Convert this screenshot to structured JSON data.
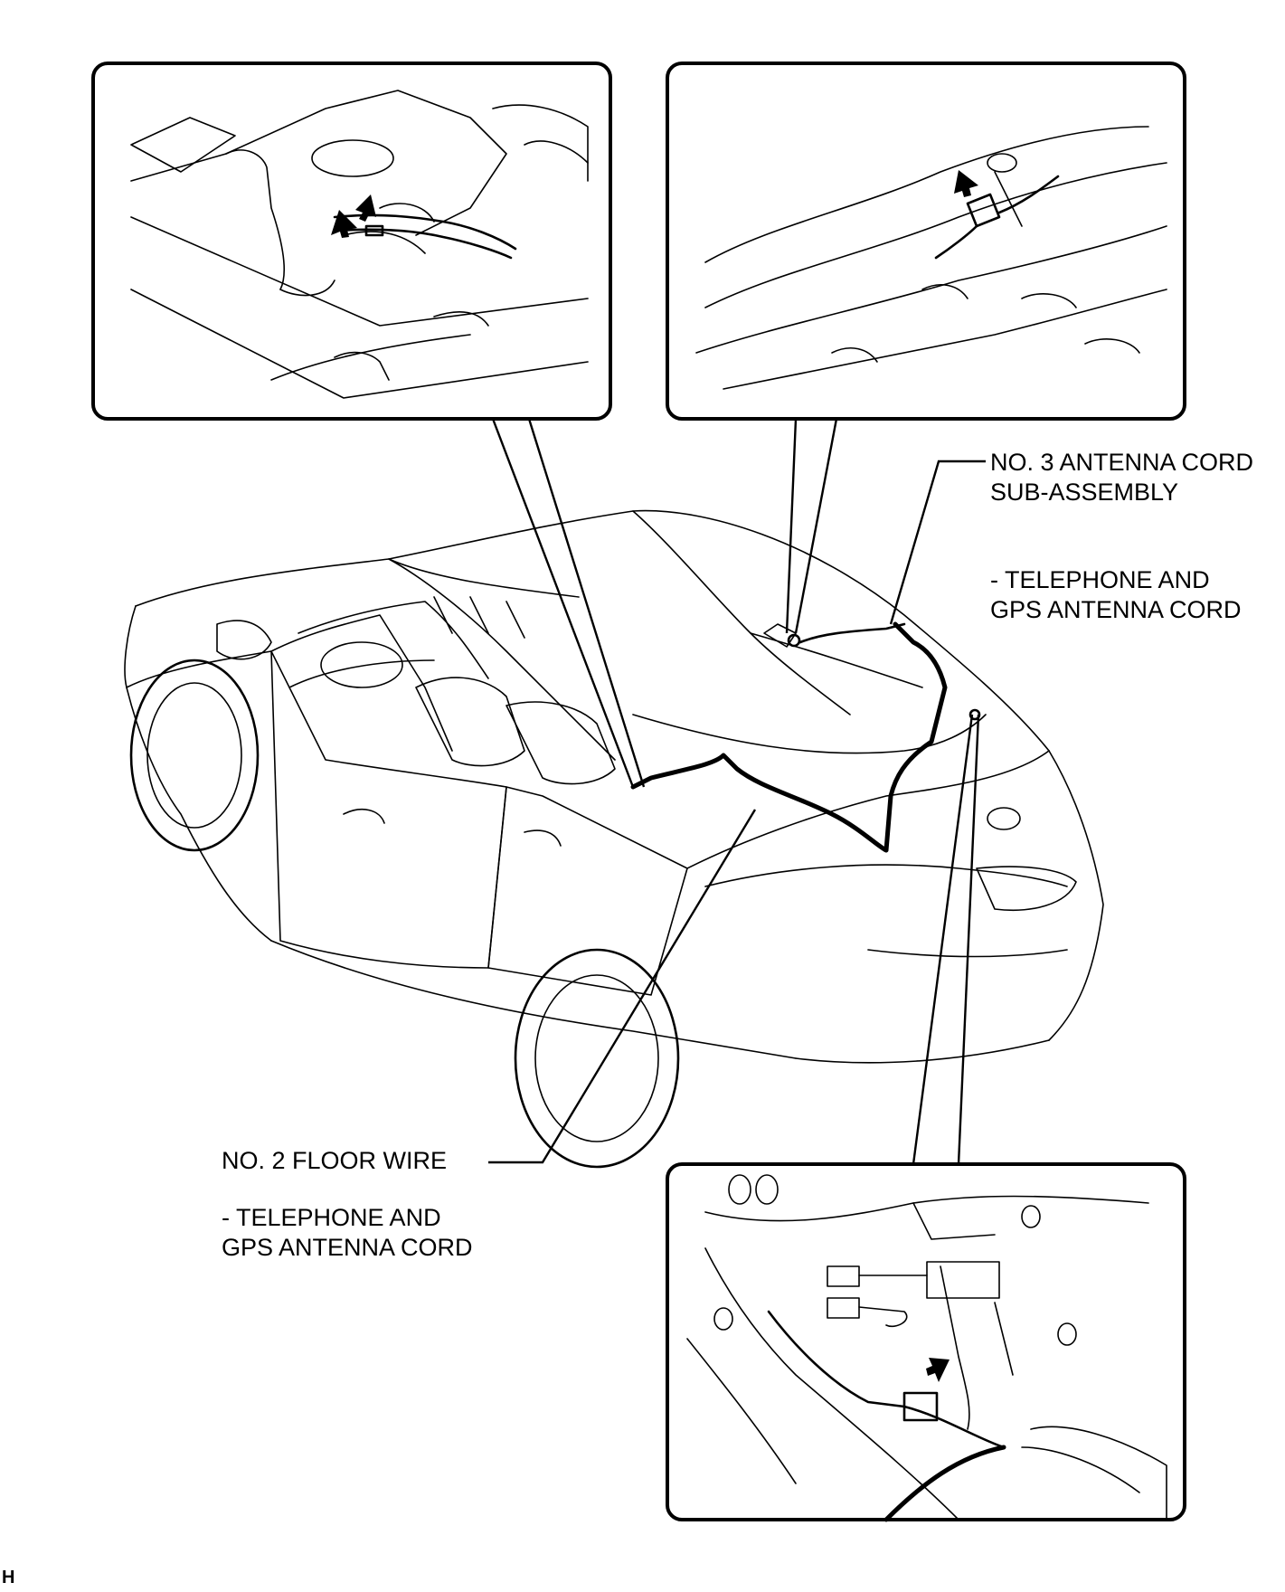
{
  "labels": {
    "no3_antenna_cord": {
      "line1": "NO. 3 ANTENNA CORD",
      "line2": "SUB-ASSEMBLY",
      "sub1": "- TELEPHONE AND",
      "sub2": "GPS ANTENNA CORD"
    },
    "no2_floor_wire": {
      "line1": "NO. 2 FLOOR WIRE",
      "sub1": "- TELEPHONE AND",
      "sub2": "GPS ANTENNA CORD"
    },
    "corner_mark": "H"
  },
  "callouts": [
    {
      "name": "top-left-detail",
      "arrow_count": 2
    },
    {
      "name": "top-right-detail",
      "arrow_count": 1
    },
    {
      "name": "bottom-right-detail",
      "arrow_count": 1
    }
  ]
}
